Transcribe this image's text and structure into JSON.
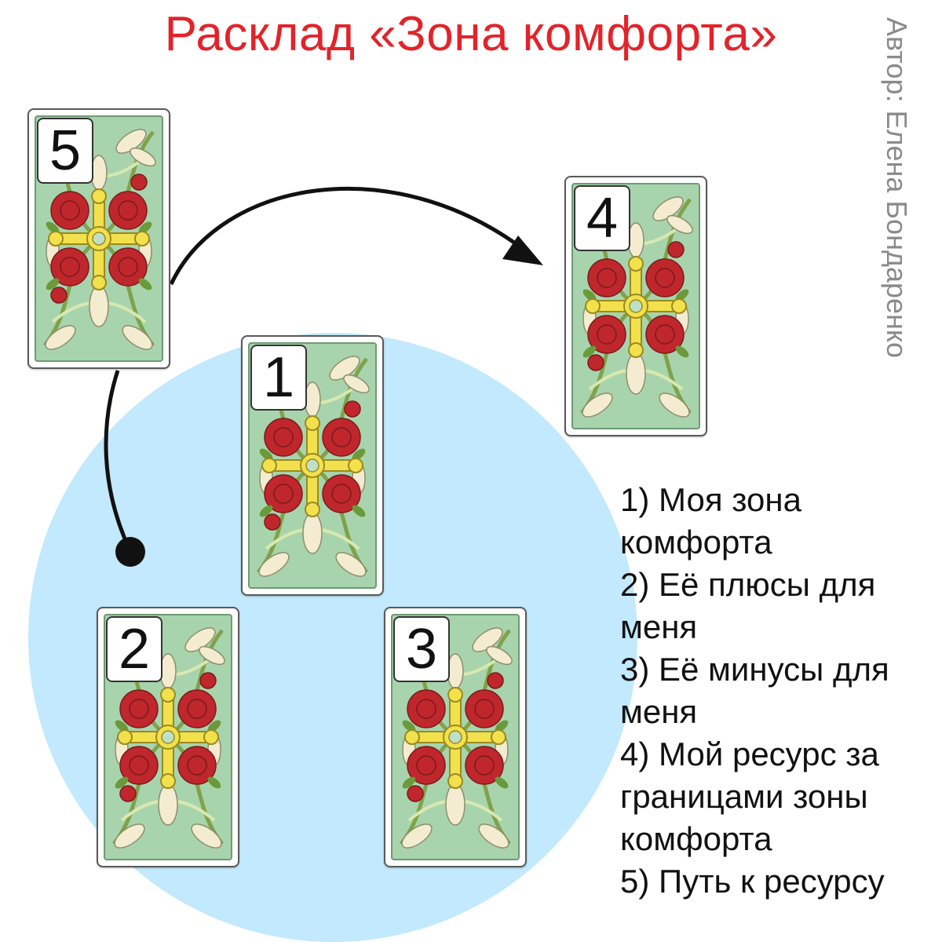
{
  "title": "Расклад «Зона комфорта»",
  "author": "Автор: Елена Бондаренко",
  "cards": [
    {
      "number": "1"
    },
    {
      "number": "2"
    },
    {
      "number": "3"
    },
    {
      "number": "4"
    },
    {
      "number": "5"
    }
  ],
  "legend": [
    "1) Моя зона комфорта",
    "2) Её плюсы для меня",
    "3) Её минусы для меня",
    "4) Мой ресурс за границами зоны комфорта",
    "5) Путь к ресурсу"
  ],
  "colors": {
    "title": "#e3232a",
    "author": "#8a8a8a",
    "zone_circle": "#c2e9fd",
    "card_background": "#a8d4ad",
    "rose": "#c0272d",
    "cross": "#f2e14c",
    "lily": "#f4ecd0"
  }
}
